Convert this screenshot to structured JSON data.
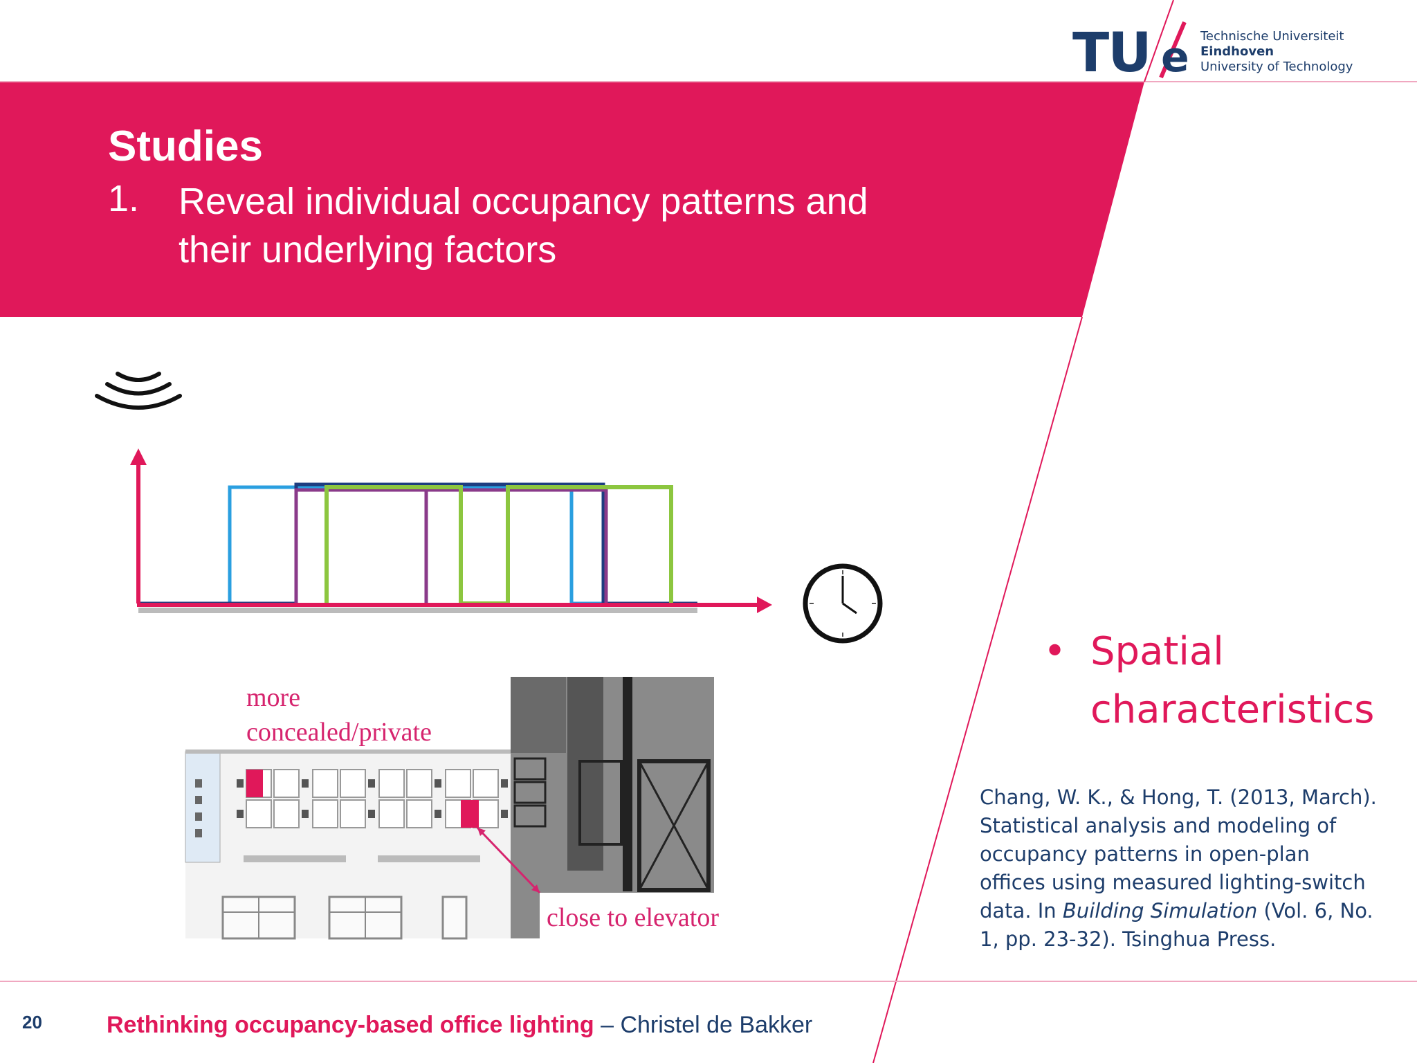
{
  "brand": {
    "logo_mark": "TU/e",
    "logo_line1": "Technische Universiteit",
    "logo_line2": "Eindhoven",
    "logo_line3": "University of Technology",
    "accent_color": "#e0185a",
    "navy_color": "#1d3d6b"
  },
  "slide": {
    "title": "Studies",
    "subtitle_number": "1.",
    "subtitle_text": "Reveal individual occupancy patterns and their underlying factors"
  },
  "icons": {
    "sensor": "motion-sensor-waves-icon",
    "clock": "clock-icon"
  },
  "floorplan": {
    "label_concealed_1": "more",
    "label_concealed_2": "concealed/private",
    "label_elevator": "close to elevator"
  },
  "bullet": {
    "symbol": "•",
    "text": "Spatial characteristics"
  },
  "citation": {
    "before_italic": "Chang, W. K., & Hong, T. (2013, March). Statistical analysis and modeling of occupancy patterns in open-plan offices using measured lighting-switch data. In ",
    "italic": "Building Simulation",
    "after_italic": " (Vol. 6, No. 1, pp. 23-32). Tsinghua Press."
  },
  "footer": {
    "page_number": "20",
    "talk_title": "Rethinking occupancy-based office lighting",
    "separator": " – ",
    "author": "Christel de Bakker"
  }
}
